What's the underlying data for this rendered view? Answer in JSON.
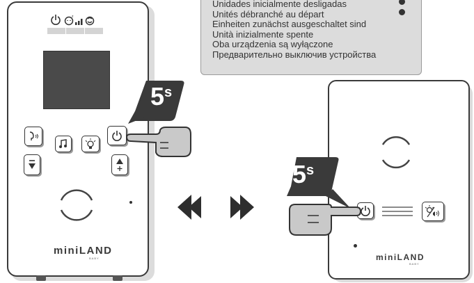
{
  "info_box": {
    "lines": [
      "Unidades inicialmente desligadas",
      "Unités débranché au départ",
      "Einheiten zunächst ausgeschaltet sind",
      "Unità inizialmente spente",
      "Oba urządzenia są wyłączone",
      "Предварительно выключив устройства"
    ]
  },
  "parent_unit": {
    "brand": "miniLAND",
    "brand_sub": "BABY",
    "hold_badge": {
      "number": "5",
      "unit": "s"
    },
    "icons": [
      "power-icon",
      "eco-icon",
      "signal-icon",
      "baby-icon",
      "talk-icon",
      "music-icon",
      "nightlight-icon",
      "volume-down-icon",
      "volume-up-icon"
    ]
  },
  "baby_unit": {
    "brand": "miniLAND",
    "brand_sub": "BABY",
    "hold_badge": {
      "number": "5",
      "unit": "s"
    },
    "icons": [
      "power-icon",
      "nightlight-sound-icon"
    ]
  },
  "colors": {
    "outline": "#3a3a3a",
    "badge": "#3a3a3a",
    "hand": "#c9c9c9",
    "arrows": "#2e2e2e",
    "infobox": "#dcdcdc"
  }
}
